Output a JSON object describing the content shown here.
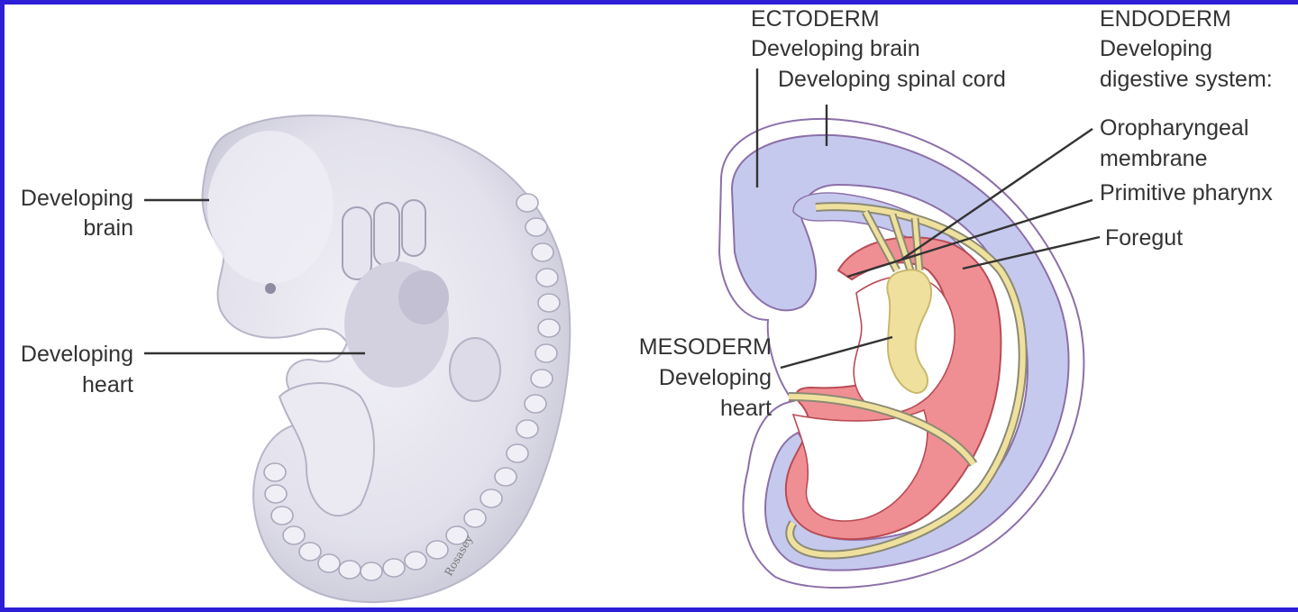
{
  "left_figure": {
    "labels": {
      "brain": [
        "Developing",
        "brain"
      ],
      "heart": [
        "Developing",
        "heart"
      ]
    }
  },
  "right_figure": {
    "ectoderm": {
      "title": "ECTODERM",
      "brain": "Developing brain",
      "spinal_cord": "Developing spinal cord"
    },
    "endoderm": {
      "title": "ENDODERM",
      "line1": "Developing",
      "line2": "digestive system:",
      "oropharyngeal": [
        "Oropharyngeal",
        "membrane"
      ],
      "pharynx": "Primitive pharynx",
      "foregut": "Foregut"
    },
    "mesoderm": {
      "title": "MESODERM",
      "line1": "Developing",
      "line2": "heart"
    }
  },
  "colors": {
    "frame": "#2d1fd6",
    "embryo": "#e7e6f0",
    "ectoderm": "#c6c9ee",
    "ectoderm_outline": "#8c6fa9",
    "mesoderm": "#ef8f93",
    "endoderm": "#efe19d",
    "text": "#333333"
  },
  "artist_signature": "Rosasey"
}
